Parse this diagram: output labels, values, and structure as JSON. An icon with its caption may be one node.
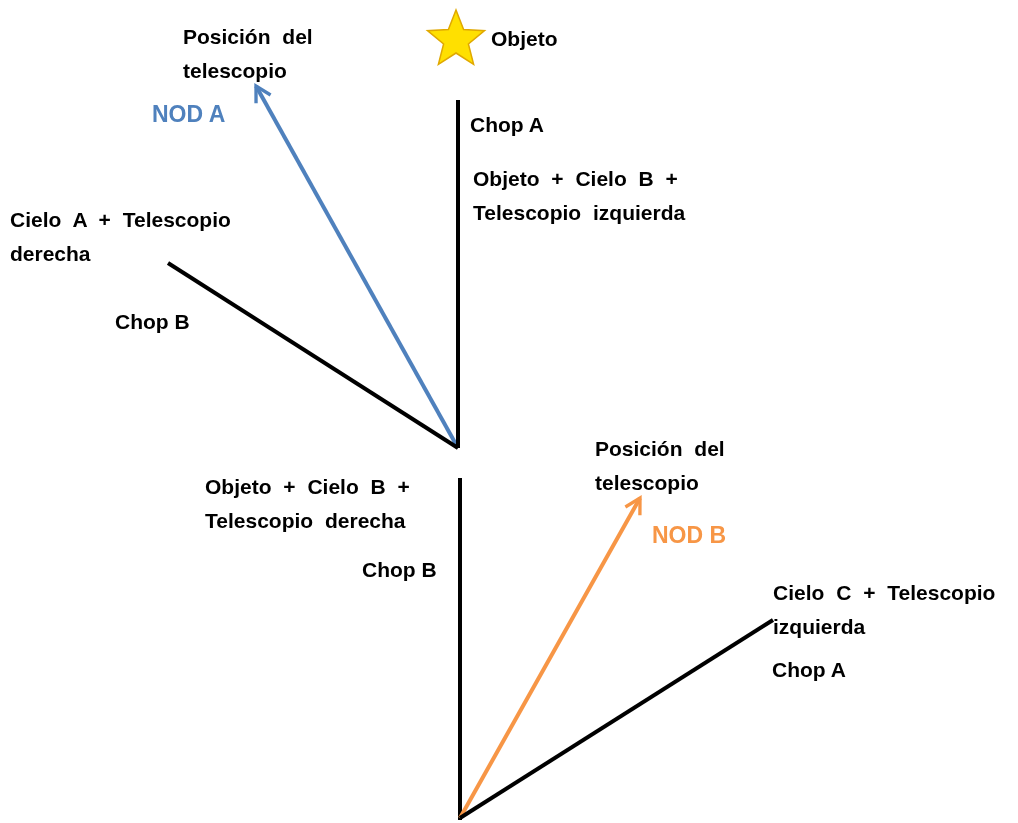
{
  "diagram": {
    "nodes": [
      {
        "text": [
          "Posición del telescopio"
        ]
      },
      {
        "text": [
          "Objeto"
        ]
      },
      {
        "text": [
          "Cielo A + Telescopio derecha"
        ]
      },
      {
        "text": [
          "Objeto + Cielo B + Telescopio derecha"
        ]
      },
      {
        "text": [
          "Posición del telescopio"
        ]
      },
      {
        "text": [
          "Cielo C + Telescopio izquierda"
        ]
      }
    ],
    "edges": [
      {
        "from": null,
        "to": 0,
        "arrow": "to",
        "label": "NOD A",
        "color": "#4f81bd"
      },
      {
        "from": null,
        "to": 1,
        "arrow": "none",
        "label": "Chop A"
      },
      {
        "from": null,
        "to": 2,
        "arrow": "none",
        "label": "Chop B"
      },
      {
        "from": null,
        "to": 3,
        "arrow": "none",
        "label": "Chop B"
      },
      {
        "from": null,
        "to": 4,
        "arrow": "to",
        "label": "NOD B",
        "color": "#f79646"
      },
      {
        "from": null,
        "to": 5,
        "arrow": "none",
        "label": "Chop A"
      }
    ],
    "labels": [
      "Objeto + Cielo B + Telescopio izquierda"
    ]
  }
}
